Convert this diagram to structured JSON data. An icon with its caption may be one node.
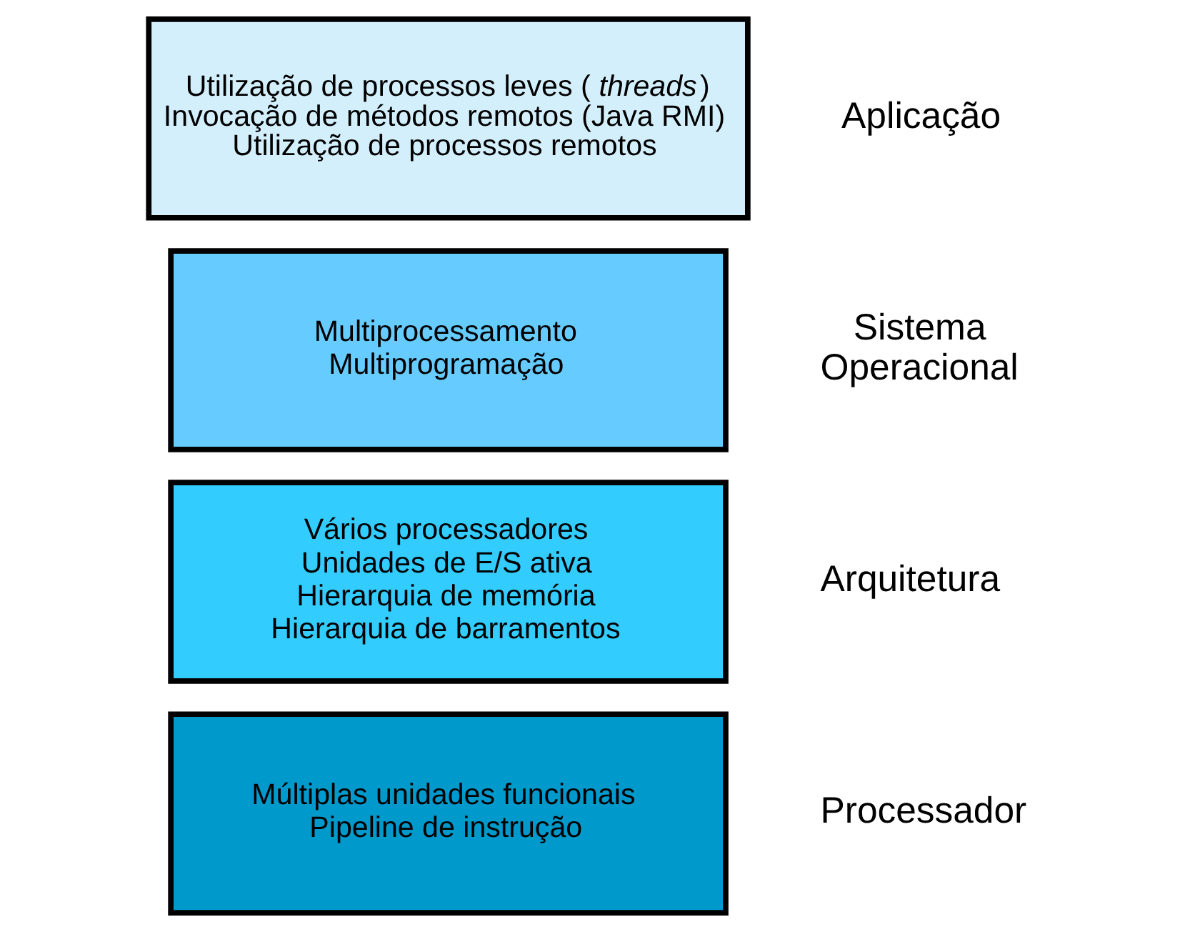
{
  "diagram": {
    "nodes": [
      {
        "text": [
          "Utilização de processos leves (*threads*)",
          "Invocação de métodos remotos (Java RMI)",
          "Utilização de processos remotos"
        ],
        "beside": [
          "Aplicação"
        ]
      },
      {
        "text": [
          "Multiprocessamento",
          "Multiprogramação"
        ],
        "beside": [
          "Sistema Operacional"
        ]
      },
      {
        "text": [
          "Vários processadores",
          "Unidades de E/S ativa",
          "Hierarquia de memória",
          "Hierarquia de barramentos"
        ],
        "beside": [
          "Arquitetura"
        ]
      },
      {
        "text": [
          "Múltiplas unidades funcionais",
          "Pipeline de instrução"
        ],
        "beside": [
          "Processador"
        ]
      }
    ],
    "edges": []
  }
}
